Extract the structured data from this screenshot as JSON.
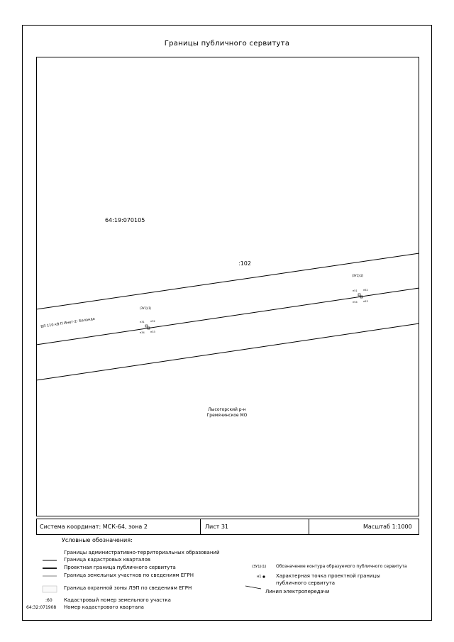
{
  "title": "Границы публичного сервитута",
  "map": {
    "quarter_label": "64:19:070105",
    "parcel_label": ":102",
    "line_label": "ВЛ 110 кВ П Инет-2- Баланда",
    "region_line1": "Лысогорский р-н",
    "region_line2": "Гремячинское МО",
    "contour_left": "(ЗУ1)(1)",
    "contour_right": "(ЗУ1)(2)",
    "points_left": [
      "н31",
      "н32",
      "н34",
      "н33"
    ],
    "points_right": [
      "н51",
      "н52",
      "н54",
      "н53"
    ]
  },
  "footer": {
    "coords": "Система координат: МСК-64, зона 2",
    "sheet": "Лист 31",
    "scale": "Масштаб 1:1000"
  },
  "legend": {
    "title": "Условные обозначения:",
    "items": [
      "Границы административно-территориальных образований",
      "Граница кадастровых кварталов",
      "Проектная граница публичного сервитута",
      "Граница земельных участков по сведениям ЕГРН",
      "Граница охранной зоны ЛЭП по сведениям ЕГРН",
      "Кадастровый номер земельного участка",
      "Номер кадастрового квартала"
    ],
    "sym_parcel": ":60",
    "sym_quarter": "64:32:071908",
    "right_items": [
      "Обозначение контура образуемого публичного сервитута",
      "Характерная точка проектной границы",
      "публичного сервитута",
      "Линия электропередачи"
    ],
    "sym_contour": "(ЗУ1)(1)",
    "sym_point": "н1"
  }
}
